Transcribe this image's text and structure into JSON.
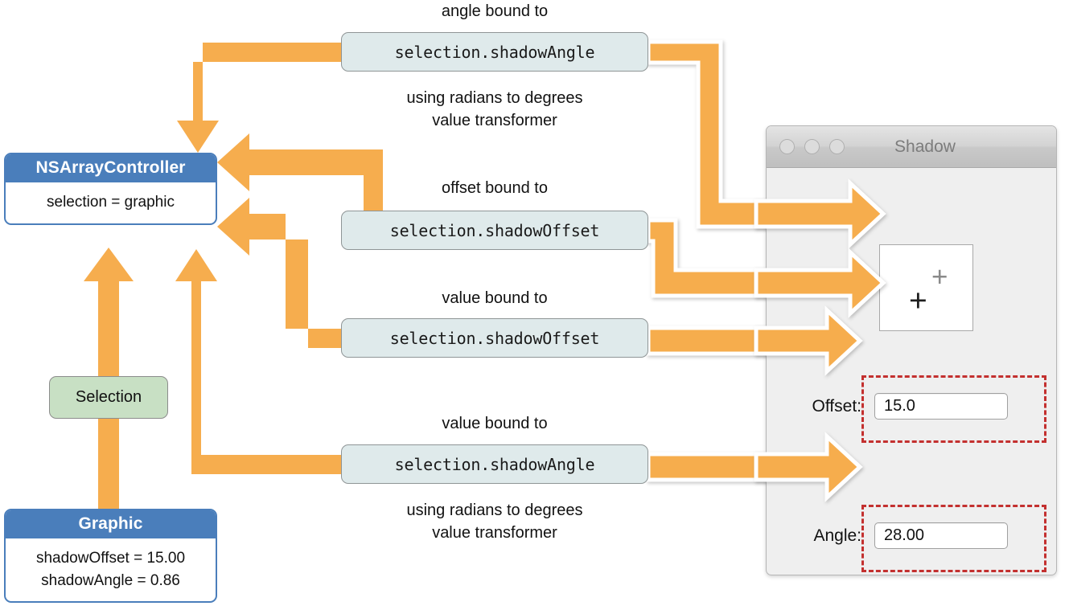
{
  "diagram": {
    "title": "Cocoa bindings diagram for shadow offset and angle",
    "accent_orange": "#f6ad4e",
    "box_blue": "#4a7ebb",
    "badge_green": "#c8e0c4",
    "pill_fill": "#dfeaeb",
    "highlight_red": "#c3302f"
  },
  "controller_box": {
    "header": "NSArrayController",
    "body": "selection = graphic"
  },
  "graphic_box": {
    "header": "Graphic",
    "line1": "shadowOffset = 15.00",
    "line2": "shadowAngle = 0.86"
  },
  "selection_badge": {
    "label": "Selection"
  },
  "bindings": [
    {
      "caption_above": "angle bound to",
      "keypath": "selection.shadowAngle",
      "caption_below_line1": "using radians to degrees",
      "caption_below_line2": "value transformer"
    },
    {
      "caption_above": "offset bound to",
      "keypath": "selection.shadowOffset",
      "caption_below_line1": "",
      "caption_below_line2": ""
    },
    {
      "caption_above": "value bound to",
      "keypath": "selection.shadowOffset",
      "caption_below_line1": "",
      "caption_below_line2": ""
    },
    {
      "caption_above": "value bound to",
      "keypath": "selection.shadowAngle",
      "caption_below_line1": "using radians to degrees",
      "caption_below_line2": "value transformer"
    }
  ],
  "window": {
    "title": "Shadow",
    "traffic_lights": [
      "close-button",
      "minimize-button",
      "zoom-button"
    ],
    "canvas": {
      "marker_primary": "+",
      "marker_shadow": "+"
    },
    "fields": [
      {
        "label": "Offset:",
        "value": "15.0"
      },
      {
        "label": "Angle:",
        "value": "28.00"
      }
    ]
  }
}
